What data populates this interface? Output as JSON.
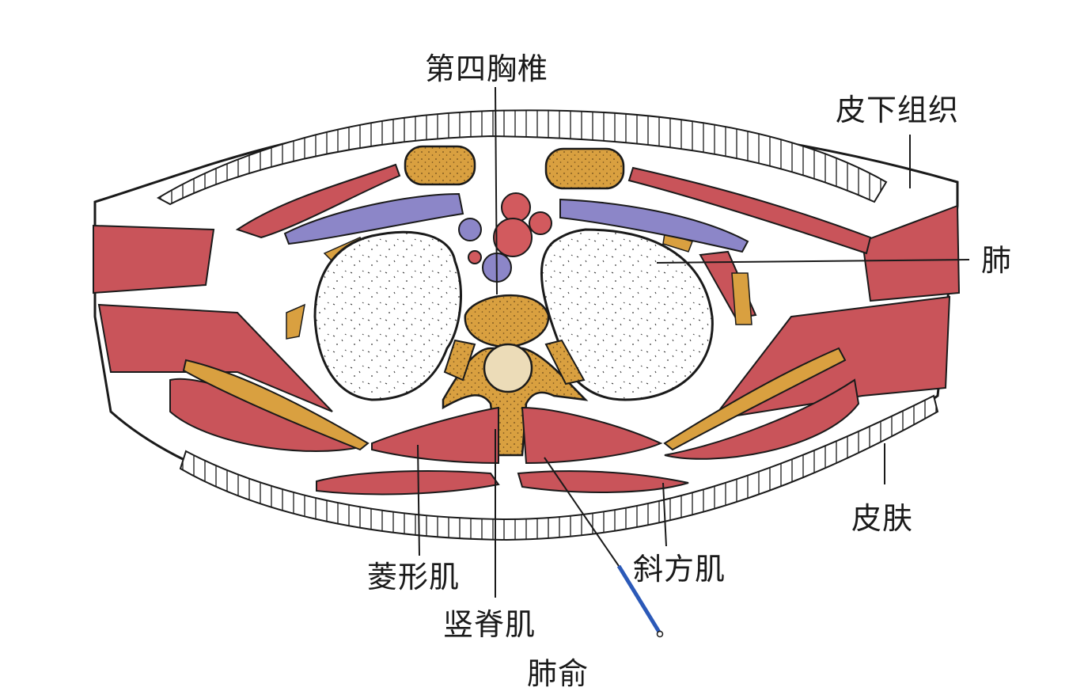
{
  "labels": {
    "t4": "第四胸椎",
    "subcutaneous": "皮下组织",
    "lung": "肺",
    "skin": "皮肤",
    "trapezius": "斜方肌",
    "rhomboid": "菱形肌",
    "erector": "竖脊肌",
    "feishu": "肺俞"
  },
  "colors": {
    "muscle": "#c9545a",
    "bone": "#d9a040",
    "bone_dot": "#6b4a1a",
    "vessel_blue": "#8c86c8",
    "vessel_red": "#d25a5e",
    "lung_fill": "#ffffff",
    "outline": "#1a1a1a",
    "cord": "#ecdcb8",
    "needle": "#2b59b8"
  }
}
